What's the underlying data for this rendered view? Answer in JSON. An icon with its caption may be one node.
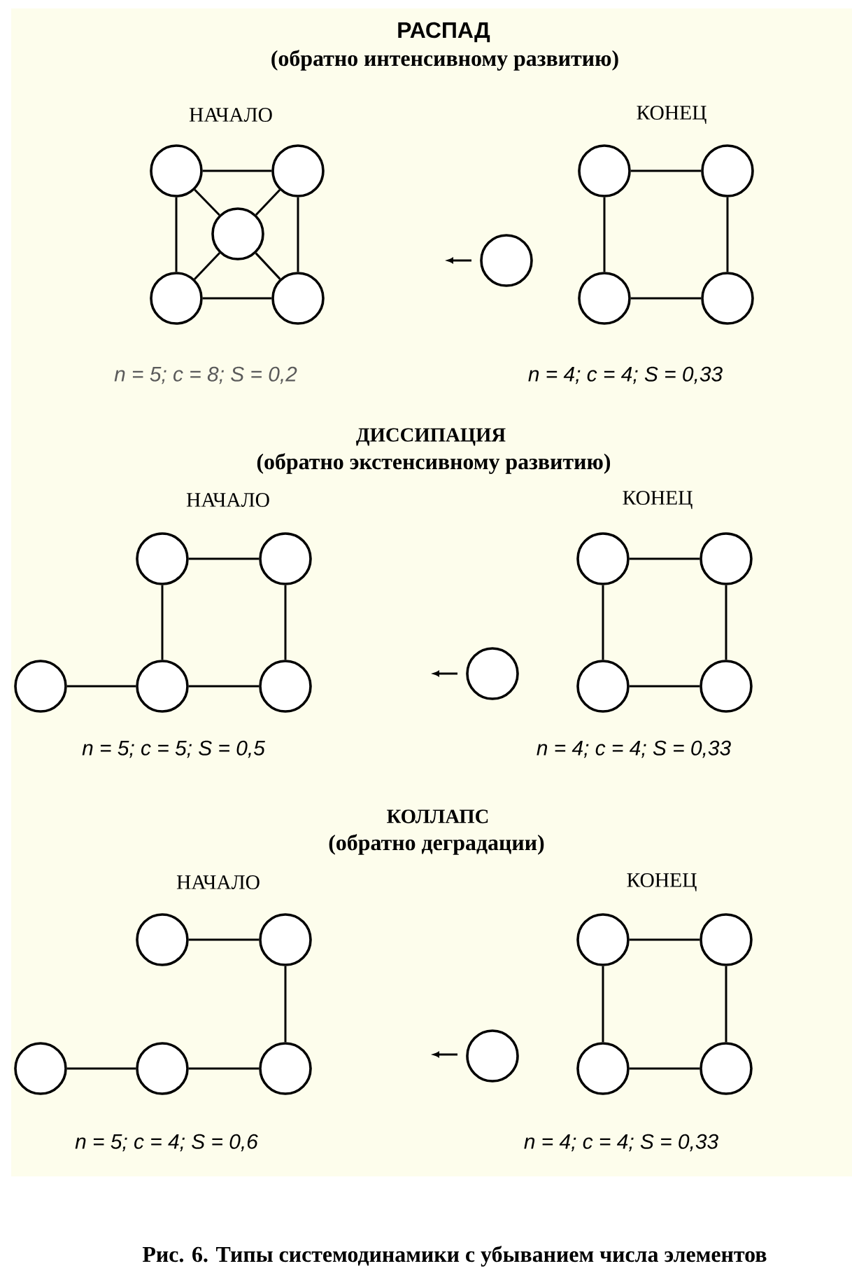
{
  "diagram": {
    "caption": "Рис. 6. Типы системодинамики с убыванием числа элементов",
    "nodes": [
      {
        "text": [],
        "shape": "circle"
      },
      {
        "text": [],
        "shape": "circle"
      },
      {
        "text": [],
        "shape": "circle"
      },
      {
        "text": [],
        "shape": "circle"
      },
      {
        "text": [],
        "shape": "circle"
      },
      {
        "text": [],
        "shape": "circle"
      },
      {
        "text": [],
        "shape": "circle"
      },
      {
        "text": [],
        "shape": "circle"
      },
      {
        "text": [],
        "shape": "circle"
      },
      {
        "text": [],
        "shape": "circle"
      },
      {
        "text": [],
        "shape": "circle"
      },
      {
        "text": [],
        "shape": "circle"
      },
      {
        "text": [],
        "shape": "circle"
      },
      {
        "text": [],
        "shape": "circle"
      },
      {
        "text": [],
        "shape": "circle"
      },
      {
        "text": [],
        "shape": "circle"
      },
      {
        "text": [],
        "shape": "circle"
      },
      {
        "text": [],
        "shape": "circle"
      },
      {
        "text": [],
        "shape": "circle"
      },
      {
        "text": [],
        "shape": "circle"
      },
      {
        "text": [],
        "shape": "circle"
      },
      {
        "text": [],
        "shape": "circle"
      },
      {
        "text": [],
        "shape": "circle"
      },
      {
        "text": [],
        "shape": "circle"
      },
      {
        "text": [],
        "shape": "circle"
      },
      {
        "text": [],
        "shape": "circle"
      },
      {
        "text": [],
        "shape": "circle"
      },
      {
        "text": [],
        "shape": "circle"
      },
      {
        "text": [],
        "shape": "circle"
      },
      {
        "text": [],
        "shape": "circle"
      }
    ],
    "edges": [
      {
        "from": 0,
        "to": 1,
        "arrow": "none"
      },
      {
        "from": 0,
        "to": 3,
        "arrow": "none"
      },
      {
        "from": 1,
        "to": 4,
        "arrow": "none"
      },
      {
        "from": 3,
        "to": 4,
        "arrow": "none"
      },
      {
        "from": 0,
        "to": 2,
        "arrow": "none"
      },
      {
        "from": 1,
        "to": 2,
        "arrow": "none"
      },
      {
        "from": 3,
        "to": 2,
        "arrow": "none"
      },
      {
        "from": 4,
        "to": 2,
        "arrow": "none"
      },
      {
        "from": 6,
        "to": 7,
        "arrow": "none"
      },
      {
        "from": 6,
        "to": 8,
        "arrow": "none"
      },
      {
        "from": 7,
        "to": 9,
        "arrow": "none"
      },
      {
        "from": 8,
        "to": 9,
        "arrow": "none"
      },
      {
        "from": 10,
        "to": 11,
        "arrow": "none"
      },
      {
        "from": 10,
        "to": 13,
        "arrow": "none"
      },
      {
        "from": 11,
        "to": 14,
        "arrow": "none"
      },
      {
        "from": 12,
        "to": 13,
        "arrow": "none"
      },
      {
        "from": 13,
        "to": 14,
        "arrow": "none"
      },
      {
        "from": 16,
        "to": 17,
        "arrow": "none"
      },
      {
        "from": 16,
        "to": 18,
        "arrow": "none"
      },
      {
        "from": 17,
        "to": 19,
        "arrow": "none"
      },
      {
        "from": 18,
        "to": 19,
        "arrow": "none"
      },
      {
        "from": 20,
        "to": 21,
        "arrow": "none"
      },
      {
        "from": 21,
        "to": 24,
        "arrow": "none"
      },
      {
        "from": 22,
        "to": 23,
        "arrow": "none"
      },
      {
        "from": 23,
        "to": 24,
        "arrow": "none"
      },
      {
        "from": 26,
        "to": 27,
        "arrow": "none"
      },
      {
        "from": 26,
        "to": 28,
        "arrow": "none"
      },
      {
        "from": 27,
        "to": 29,
        "arrow": "none"
      },
      {
        "from": 28,
        "to": 29,
        "arrow": "none"
      }
    ],
    "labels": [
      "РАСПАД",
      "(обратно интенсивному развитию)",
      "НАЧАЛО",
      "КОНЕЦ",
      "n = 5; c = 8; S = 0,2",
      "n = 4; c = 4; S = 0,33",
      "ДИССИПАЦИЯ",
      "(обратно экстенсивному развитию)",
      "НАЧАЛО",
      "КОНЕЦ",
      "n = 5; c = 5; S = 0,5",
      "n = 4; c = 4; S = 0,33",
      "КОЛЛАПС",
      "(обратно деградации)",
      "НАЧАЛО",
      "КОНЕЦ",
      "n = 5; c = 4; S = 0,6",
      "n = 4; c = 4; S = 0,33"
    ]
  }
}
